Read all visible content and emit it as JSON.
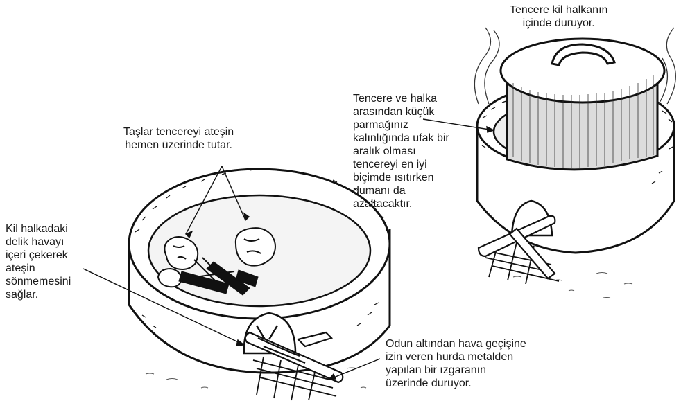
{
  "labels": {
    "pot_in_ring": "Tencere kil halkanın\niçinde duruyor.",
    "gap_note": "Tencere ve halka\narasından küçük\nparmağınız\nkalınlığında ufak bir\naralık olması\ntencereyi en iyi\nbiçimde ısıtırken\ndumanı da\nazaltacaktır.",
    "stones_note": "Taşlar tencereyi ateşin\nhemen üzerinde tutar.",
    "hole_note": "Kil halkadaki\ndelik havayı\niçeri çekerek\nateşin\nsönmemesini\nsağlar.",
    "wood_note": "Odun altından hava geçişine\nizin veren hurda metalden\nyapılan bir ızgaranın\nüzerinde duruyor."
  }
}
